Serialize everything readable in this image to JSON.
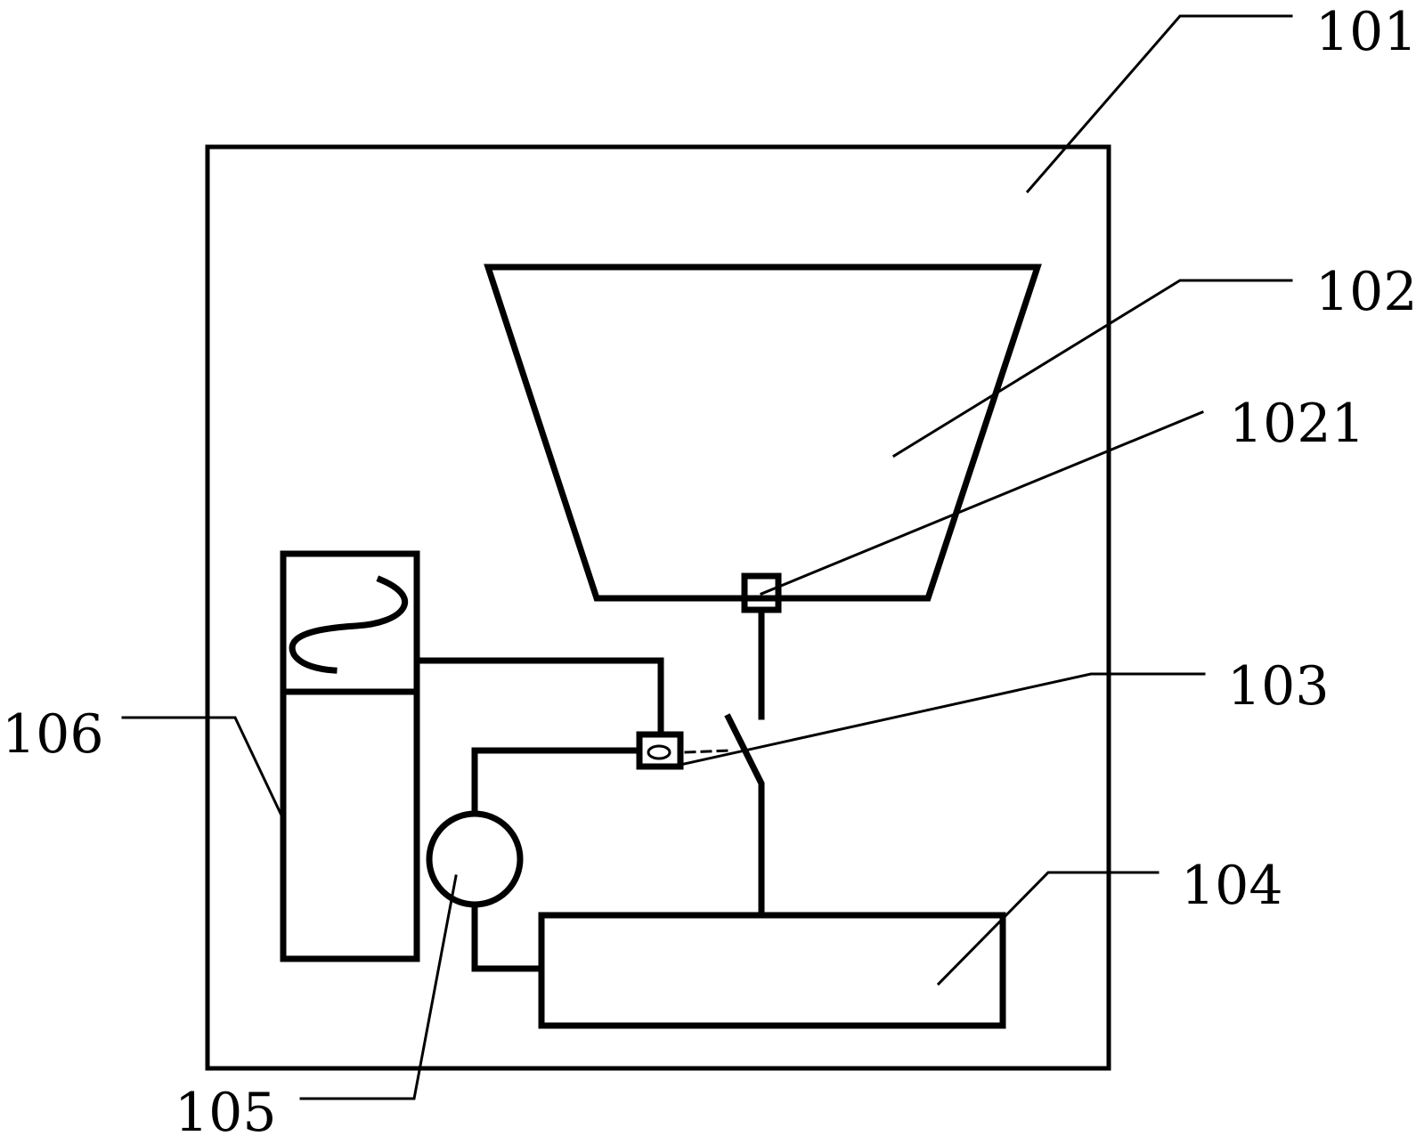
{
  "labels": {
    "l101": "101",
    "l102": "102",
    "l1021": "1021",
    "l103": "103",
    "l104": "104",
    "l105": "105",
    "l106": "106"
  },
  "colors": {
    "line": "#000000",
    "background": "#ffffff"
  }
}
